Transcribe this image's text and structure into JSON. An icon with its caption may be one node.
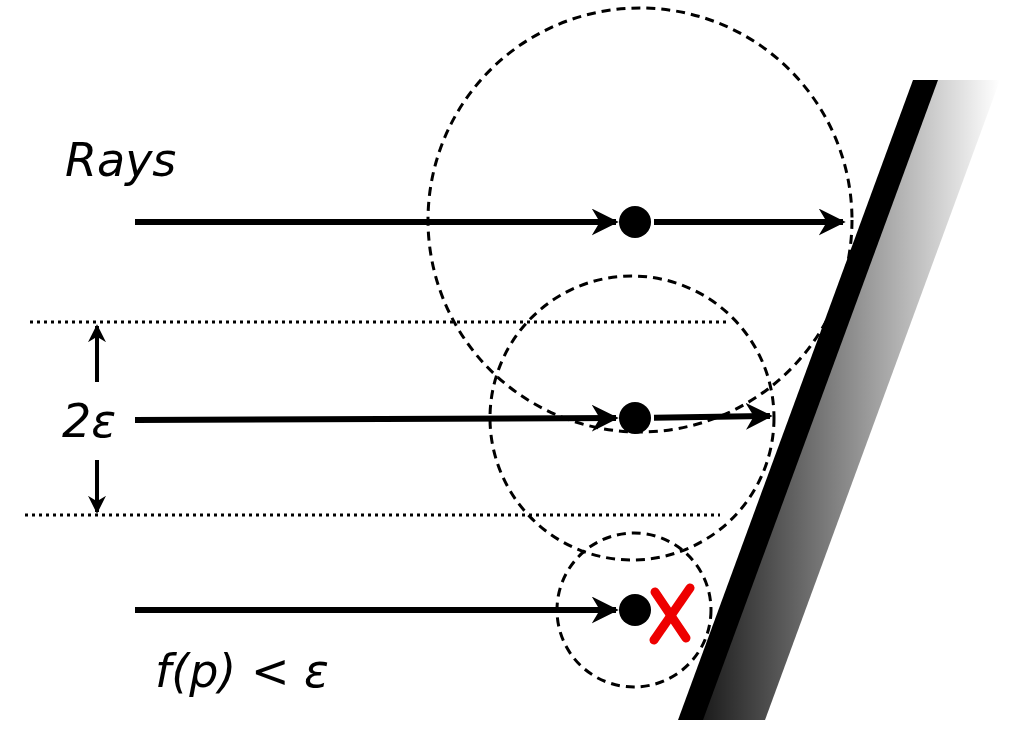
{
  "diagram": {
    "nodes": [
      {
        "text": [],
        "shape": "circle"
      },
      {
        "text": [],
        "shape": "circle"
      },
      {
        "text": [],
        "shape": "circle"
      }
    ],
    "edges": [
      {
        "from": null,
        "to": 0,
        "arrow": "to"
      },
      {
        "from": null,
        "to": 1,
        "arrow": "to"
      },
      {
        "from": null,
        "to": 2,
        "arrow": "to"
      },
      {
        "from": 0,
        "to": null,
        "arrow": "to"
      },
      {
        "from": 1,
        "to": null,
        "arrow": "to"
      }
    ],
    "labels": [
      "Rays",
      "2ε",
      "f(p) < ε"
    ]
  }
}
